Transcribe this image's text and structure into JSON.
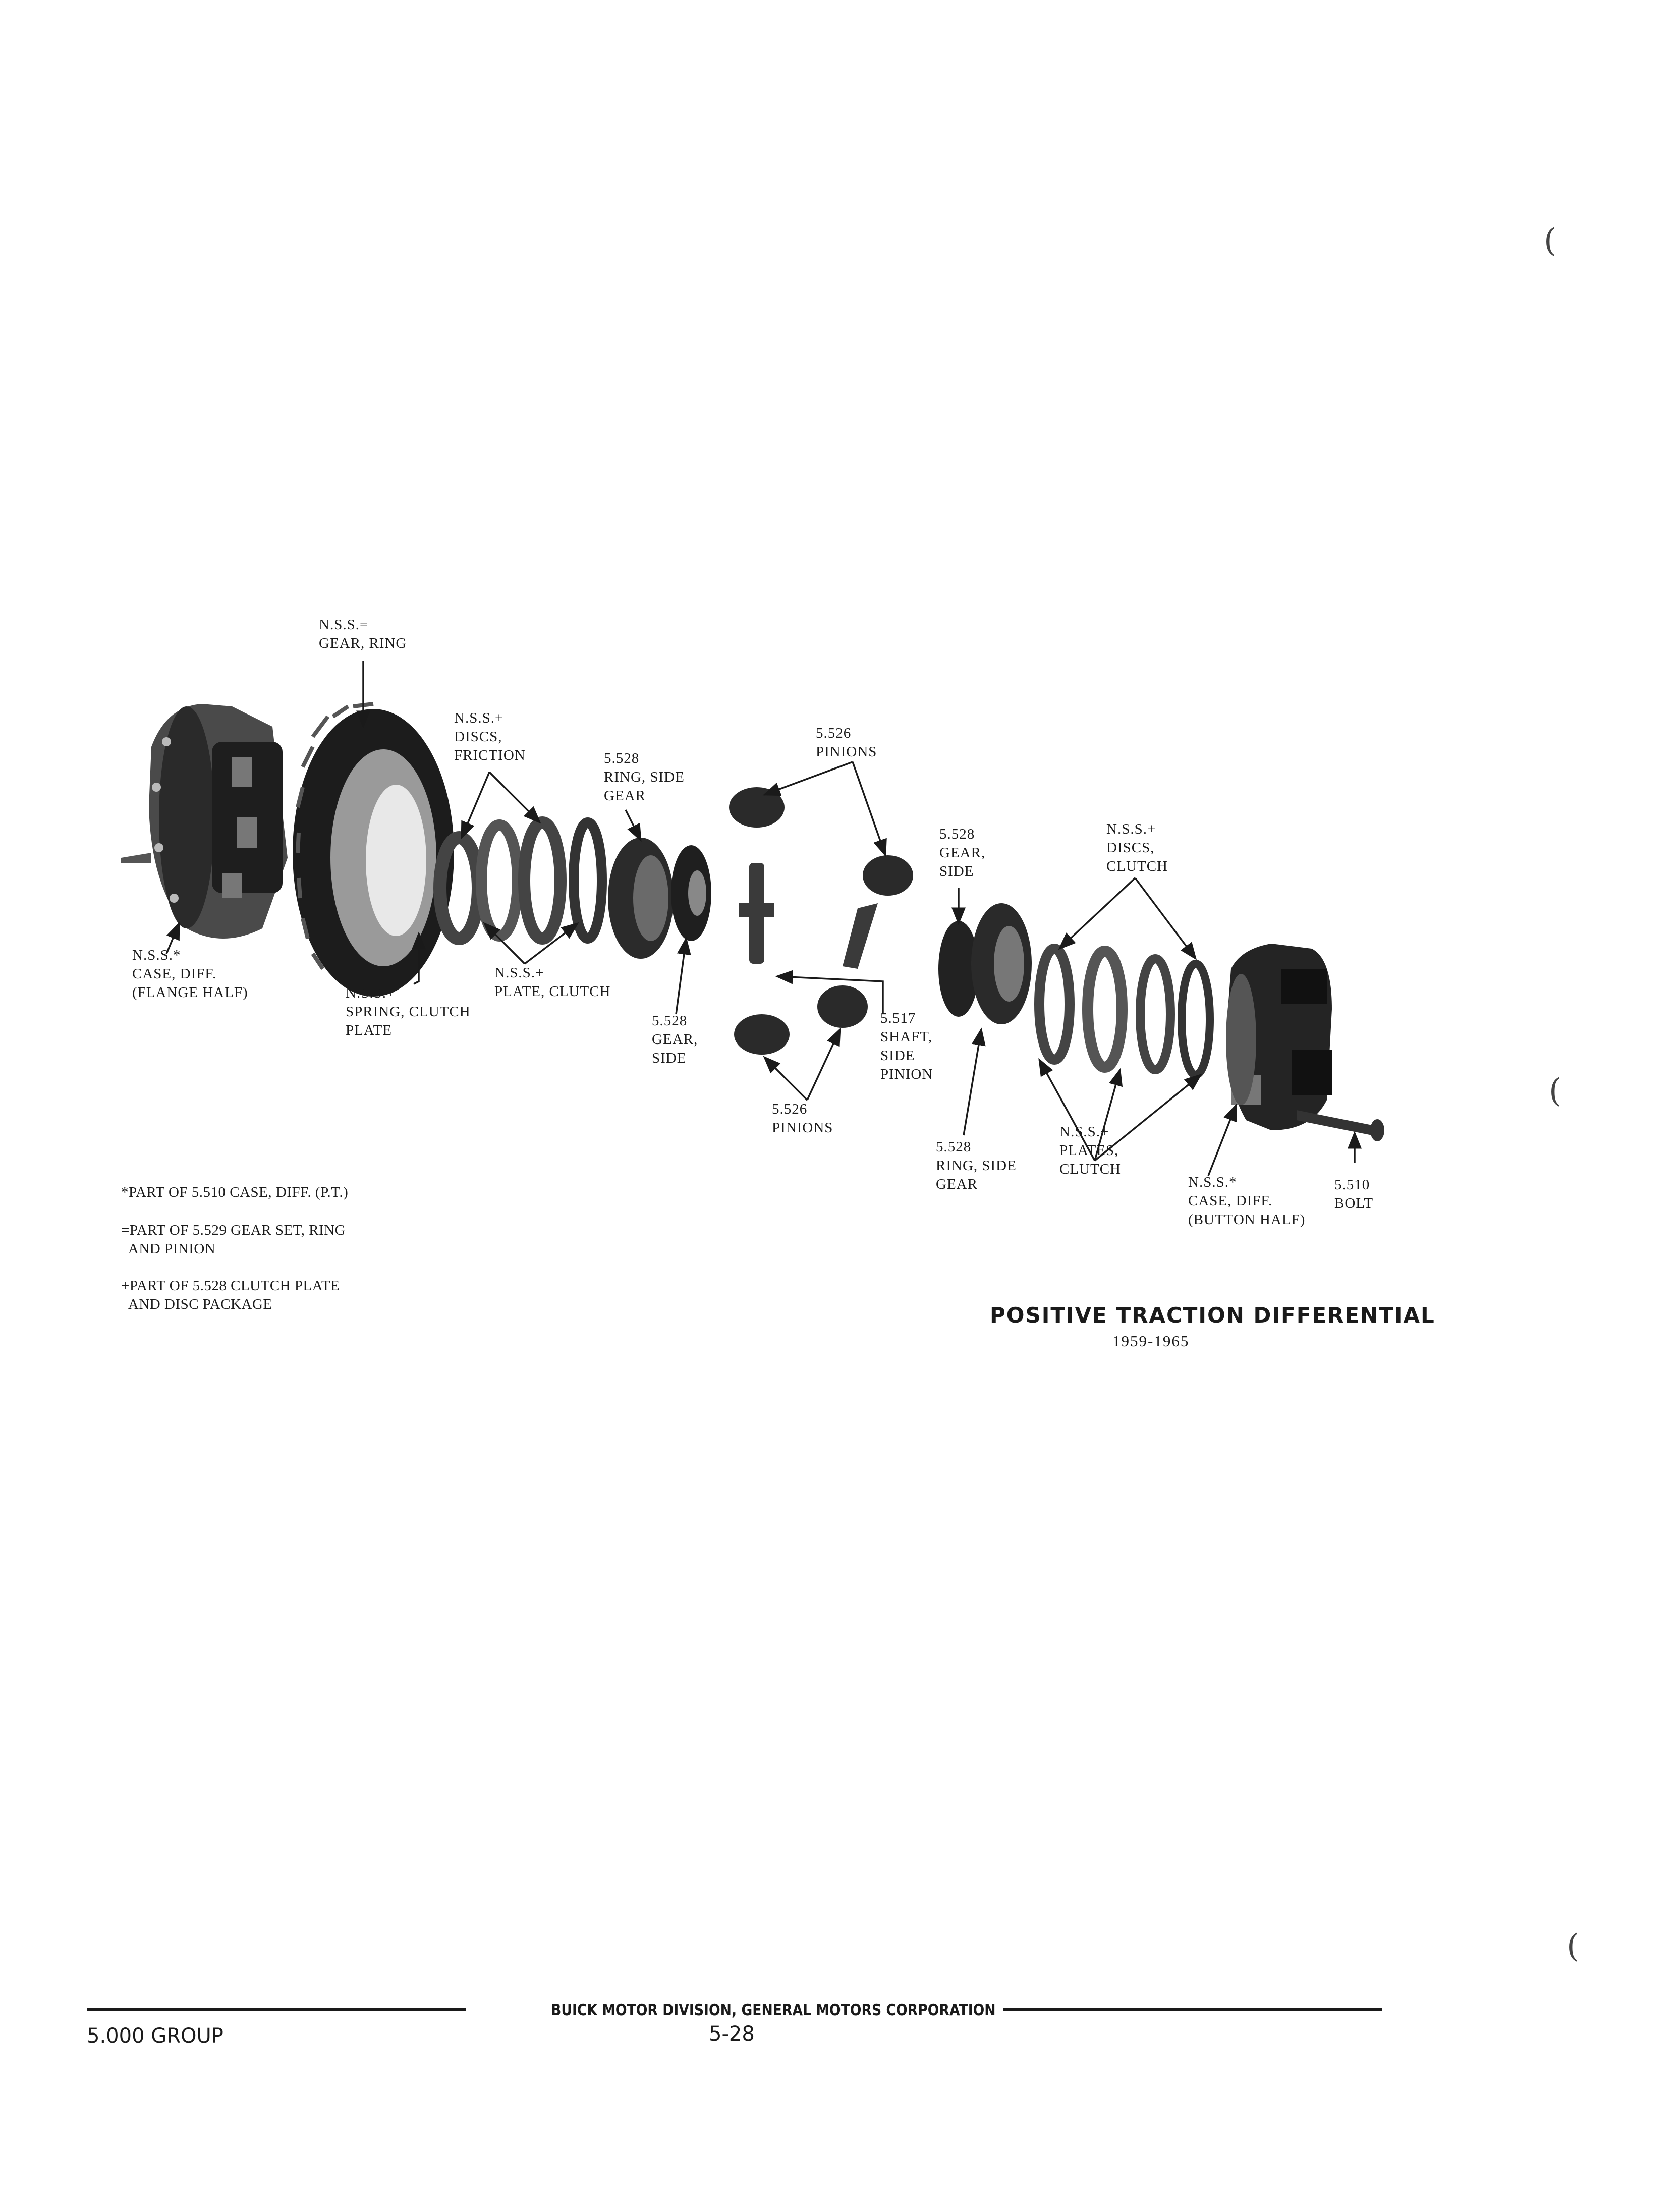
{
  "labels": [
    {
      "id": "ring-gear",
      "text": "N.S.S.=\nGEAR, RING"
    },
    {
      "id": "discs-friction",
      "text": "N.S.S.+\nDISCS,\nFRICTION"
    },
    {
      "id": "ring-side-gear-left",
      "text": "5.528\nRING, SIDE\nGEAR"
    },
    {
      "id": "pinions-top",
      "text": "5.526\nPINIONS"
    },
    {
      "id": "gear-side-right",
      "text": "5.528\nGEAR,\nSIDE"
    },
    {
      "id": "discs-clutch",
      "text": "N.S.S.+\nDISCS,\nCLUTCH"
    },
    {
      "id": "case-flange-half",
      "text": "N.S.S.*\nCASE, DIFF.\n(FLANGE HALF)"
    },
    {
      "id": "spring-clutch-plate",
      "text": "N.S.S.+\nSPRING, CLUTCH\nPLATE"
    },
    {
      "id": "plate-clutch",
      "text": "N.S.S.+\nPLATE, CLUTCH"
    },
    {
      "id": "gear-side-left",
      "text": "5.528\nGEAR,\nSIDE"
    },
    {
      "id": "shaft-side-pinion",
      "text": "5.517\nSHAFT,\nSIDE\nPINION"
    },
    {
      "id": "pinions-bottom",
      "text": "5.526\nPINIONS"
    },
    {
      "id": "ring-side-gear-right",
      "text": "5.528\nRING, SIDE\nGEAR"
    },
    {
      "id": "plates-clutch",
      "text": "N.S.S.+\nPLATES,\nCLUTCH"
    },
    {
      "id": "case-button-half",
      "text": "N.S.S.*\nCASE, DIFF.\n(BUTTON HALF)"
    },
    {
      "id": "bolt",
      "text": "5.510\nBOLT"
    }
  ],
  "notes": [
    "*PART OF 5.510 CASE, DIFF. (P.T.)",
    "=PART OF 5.529 GEAR SET, RING\n  AND PINION",
    "+PART OF 5.528 CLUTCH PLATE\n  AND DISC PACKAGE"
  ],
  "title": "POSITIVE TRACTION DIFFERENTIAL",
  "years": "1959-1965",
  "footer": {
    "division": "BUICK MOTOR DIVISION, GENERAL MOTORS CORPORATION",
    "group": "5.000 GROUP",
    "page": "5-28"
  }
}
